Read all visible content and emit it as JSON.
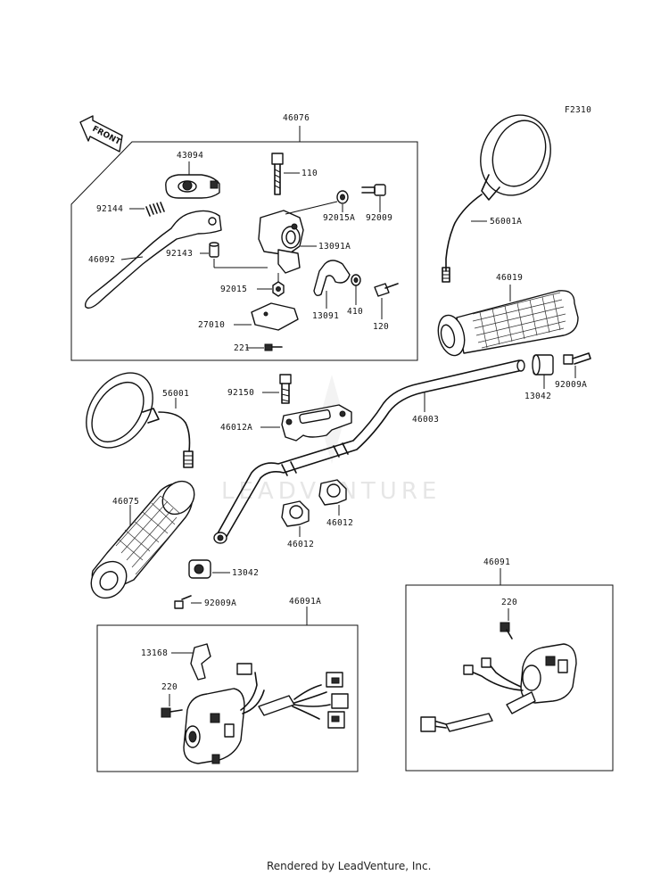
{
  "figure_code": "F2310",
  "front_arrow_text": "FRONT",
  "watermark": "LEADVENTURE",
  "credit": "Rendered by LeadVenture, Inc.",
  "parts": {
    "p46076": "46076",
    "p43094": "43094",
    "p110": "110",
    "p92144": "92144",
    "p92015A": "92015A",
    "p92009": "92009",
    "p13091A": "13091A",
    "p46092": "46092",
    "p92143": "92143",
    "p92015": "92015",
    "p13091": "13091",
    "p410": "410",
    "p120": "120",
    "p27010": "27010",
    "p221": "221",
    "p56001A": "56001A",
    "p46019": "46019",
    "p13042_right": "13042",
    "p92009A_right": "92009A",
    "p56001": "56001",
    "p92150": "92150",
    "p46012A": "46012A",
    "p46003": "46003",
    "p46075": "46075",
    "p46012_left": "46012",
    "p46012_right": "46012",
    "p13042_left": "13042",
    "p92009A_left": "92009A",
    "p46091": "46091",
    "p46091A": "46091A",
    "p220_right": "220",
    "p13168": "13168",
    "p220_left": "220"
  }
}
